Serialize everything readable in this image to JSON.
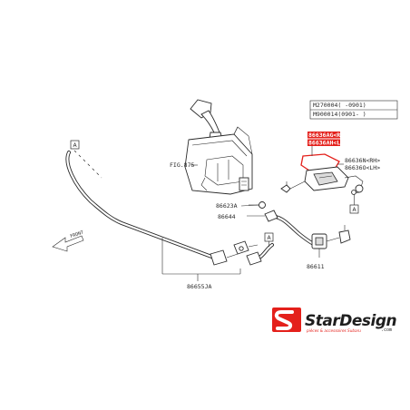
{
  "diagram": {
    "applicability": {
      "row1": "M270004(  -0901)",
      "row2": "M900014(0901-   )"
    },
    "callouts": {
      "highlight_rh": "86636AG<RH>",
      "highlight_lh": "86636AH<LH>",
      "nozzle_rh": "86636N<RH>",
      "nozzle_lh": "86636O<LH>",
      "fig_ref": "FIG.875",
      "p86623a": "86623A",
      "p86644": "86644",
      "p86611": "86611",
      "p86655ja": "86655JA"
    },
    "connectors": {
      "a1": "A",
      "a2": "A",
      "a3": "A"
    },
    "direction": {
      "front_label": "FRONT"
    }
  },
  "logo": {
    "brand_text": "StarDesign",
    "tagline": "pièces & accessoires Subaru",
    "domain": ".com",
    "colors": {
      "red": "#e4201b",
      "dark": "#1e1e1e"
    }
  }
}
